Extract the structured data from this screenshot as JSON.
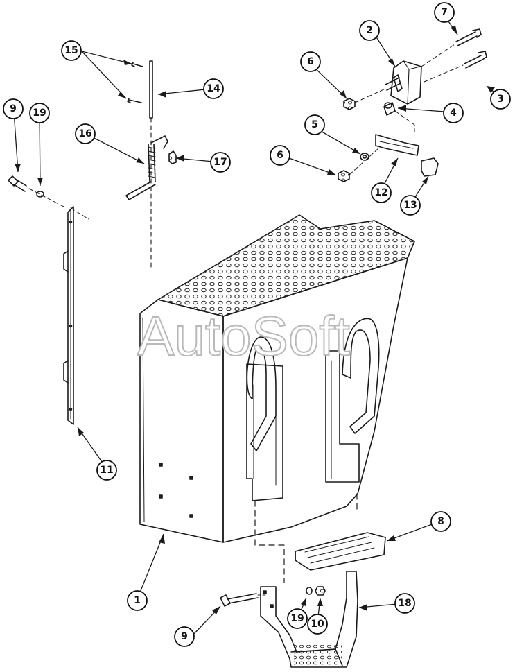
{
  "watermark": "AutoSoft",
  "callouts": [
    {
      "id": "1",
      "label": "1"
    },
    {
      "id": "2",
      "label": "2"
    },
    {
      "id": "3",
      "label": "3"
    },
    {
      "id": "4",
      "label": "4"
    },
    {
      "id": "5",
      "label": "5"
    },
    {
      "id": "6a",
      "label": "6"
    },
    {
      "id": "6b",
      "label": "6"
    },
    {
      "id": "7",
      "label": "7"
    },
    {
      "id": "8",
      "label": "8"
    },
    {
      "id": "9a",
      "label": "9"
    },
    {
      "id": "9b",
      "label": "9"
    },
    {
      "id": "10",
      "label": "10"
    },
    {
      "id": "11",
      "label": "11"
    },
    {
      "id": "12",
      "label": "12"
    },
    {
      "id": "13",
      "label": "13"
    },
    {
      "id": "14",
      "label": "14"
    },
    {
      "id": "15",
      "label": "15"
    },
    {
      "id": "16",
      "label": "16"
    },
    {
      "id": "17",
      "label": "17"
    },
    {
      "id": "18",
      "label": "18"
    },
    {
      "id": "19a",
      "label": "19"
    },
    {
      "id": "19b",
      "label": "19"
    }
  ]
}
